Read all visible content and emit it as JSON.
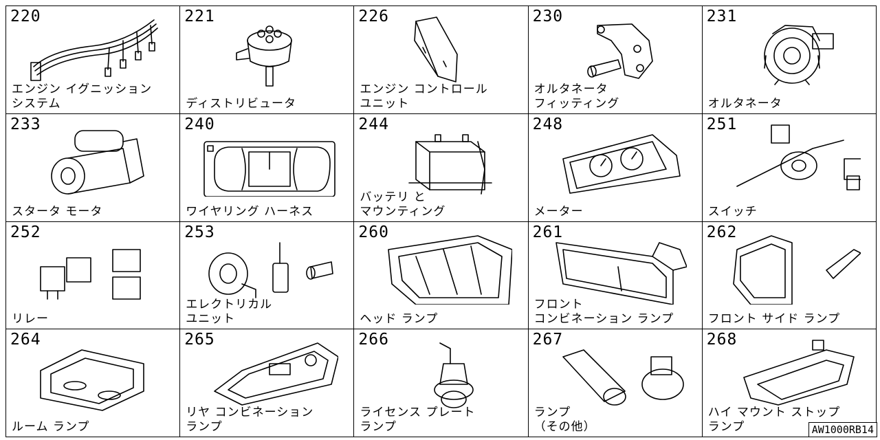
{
  "sheet_ref": "AW1000RB14",
  "cells": [
    {
      "code": "220",
      "label": "エンジン イグニッション\nシステム",
      "icon": "ignition-wires-icon"
    },
    {
      "code": "221",
      "label": "ディストリビュータ",
      "icon": "distributor-icon"
    },
    {
      "code": "226",
      "label": "エンジン コントロール\nユニット",
      "icon": "control-unit-icon"
    },
    {
      "code": "230",
      "label": "オルタネータ\nフィッティング",
      "icon": "alternator-bracket-icon"
    },
    {
      "code": "231",
      "label": "オルタネータ",
      "icon": "alternator-icon"
    },
    {
      "code": "233",
      "label": "スタータ モータ",
      "icon": "starter-motor-icon"
    },
    {
      "code": "240",
      "label": "ワイヤリング ハーネス",
      "icon": "wiring-harness-icon"
    },
    {
      "code": "244",
      "label": "バッテリ と\nマウンティング",
      "icon": "battery-icon"
    },
    {
      "code": "248",
      "label": "メーター",
      "icon": "meter-cluster-icon"
    },
    {
      "code": "251",
      "label": "スイッチ",
      "icon": "switch-icon"
    },
    {
      "code": "252",
      "label": "リレー",
      "icon": "relay-icon"
    },
    {
      "code": "253",
      "label": "エレクトリカル\nユニット",
      "icon": "electrical-unit-icon"
    },
    {
      "code": "260",
      "label": "ヘッド ランプ",
      "icon": "headlamp-icon"
    },
    {
      "code": "261",
      "label": "フロント\nコンビネーション ランプ",
      "icon": "front-combination-lamp-icon"
    },
    {
      "code": "262",
      "label": "フロント サイド ランプ",
      "icon": "front-side-lamp-icon"
    },
    {
      "code": "264",
      "label": "ルーム ランプ",
      "icon": "room-lamp-icon"
    },
    {
      "code": "265",
      "label": "リヤ コンビネーション\nランプ",
      "icon": "rear-combination-lamp-icon"
    },
    {
      "code": "266",
      "label": "ライセンス プレート\nランプ",
      "icon": "license-plate-lamp-icon"
    },
    {
      "code": "267",
      "label": "ランプ\n（その他）",
      "icon": "misc-lamp-icon"
    },
    {
      "code": "268",
      "label": "ハイ マウント ストップ\nランプ",
      "icon": "high-mount-stop-lamp-icon"
    }
  ]
}
